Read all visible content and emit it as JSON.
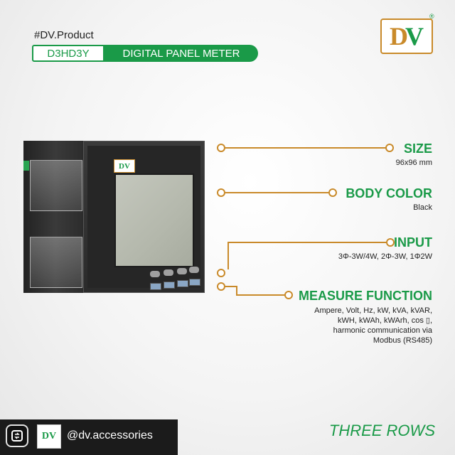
{
  "header": {
    "hashtag": "#DV.Product",
    "model": "D3HD3Y",
    "product_name": "DIGITAL PANEL METER"
  },
  "logo": {
    "d": "D",
    "v": "V",
    "registered": "®"
  },
  "meter": {
    "logo": "DV"
  },
  "callouts": [
    {
      "title": "SIZE",
      "value": "96x96 mm"
    },
    {
      "title": "BODY COLOR",
      "value": "Black"
    },
    {
      "title": "INPUT",
      "value": "3Φ-3W/4W, 2Φ-3W, 1Φ2W"
    },
    {
      "title": "MEASURE FUNCTION",
      "lines": [
        "Ampere, Volt, Hz, kW, kVA, kVAR,",
        "kWH, kWAh, kWArh, cos ▯,",
        "harmonic communication via",
        "Modbus (RS485)"
      ]
    }
  ],
  "footer": {
    "tagline": "THREE ROWS",
    "repost_handle": "@dv.accessories",
    "avatar_text": "DV"
  },
  "colors": {
    "brand_green": "#1a9a48",
    "accent_orange": "#c98a2a"
  }
}
